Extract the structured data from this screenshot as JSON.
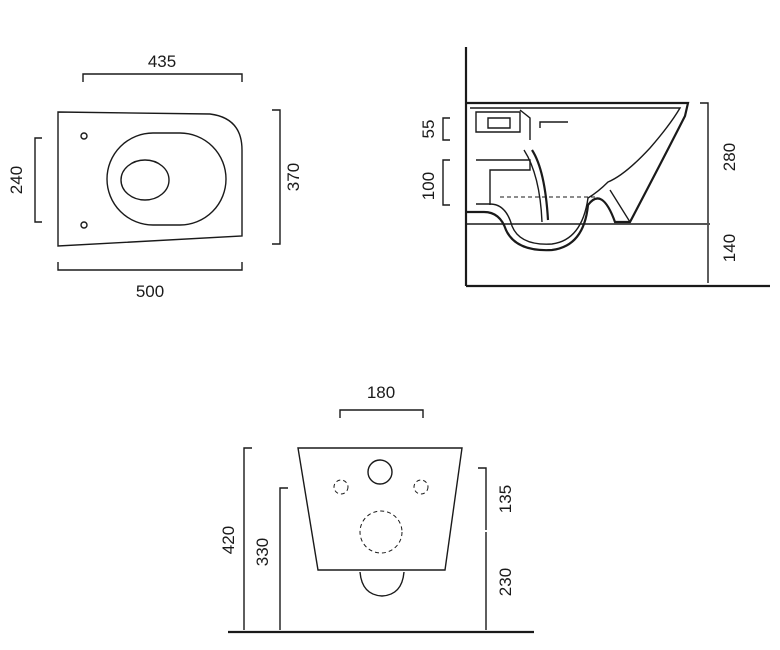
{
  "top_view": {
    "width_top": "435",
    "depth_seat": "240",
    "depth_total": "370",
    "width_bottom": "500"
  },
  "side_view": {
    "dim_55": "55",
    "dim_100": "100",
    "dim_280": "280",
    "dim_140": "140"
  },
  "rear_view": {
    "dim_180": "180",
    "dim_420": "420",
    "dim_330": "330",
    "dim_135": "135",
    "dim_230": "230"
  }
}
